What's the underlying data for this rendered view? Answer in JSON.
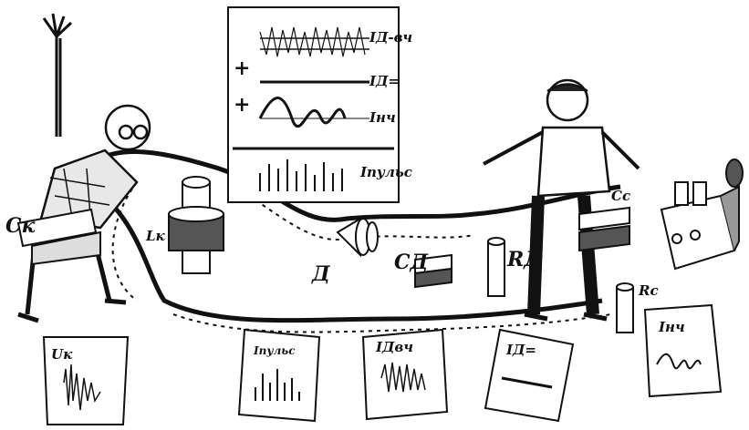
{
  "labels": {
    "c_k": "Ск",
    "l_k": "Lк",
    "d": "Д",
    "c_d": "СД",
    "r_d": "RД",
    "c_c": "Сс",
    "r_c": "Rс"
  },
  "top_panel": {
    "row1": "IД-вч",
    "row2": "IД=",
    "row3": "Iнч",
    "row4": "Iпульс",
    "plus1": "+",
    "plus2": "+"
  },
  "notes": {
    "uk": "Uк",
    "ipuls": "Iпульс",
    "idvch": "IДвч",
    "id": "IД=",
    "inch": "Iнч"
  }
}
